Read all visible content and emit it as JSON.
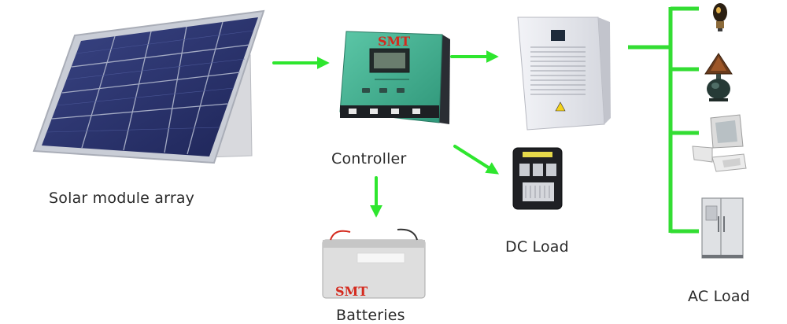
{
  "labels": {
    "solar": "Solar module array",
    "controller": "Controller",
    "batteries": "Batteries",
    "dc_load": "DC Load",
    "ac_load": "AC Load"
  },
  "brand": {
    "controller_logo": "SMT",
    "battery_logo": "SMT"
  },
  "colors": {
    "arrow": "#2ee62e",
    "bus": "#33dd33",
    "panel_cell": "#2a3470",
    "panel_frame": "#c9cdd6",
    "controller_body": "#3fb092",
    "inverter_body": "#e8e9ee",
    "brand_red": "#d42a1e"
  },
  "icons": [
    "light-bulb-icon",
    "table-lamp-icon",
    "desktop-computer-icon",
    "refrigerator-icon"
  ]
}
